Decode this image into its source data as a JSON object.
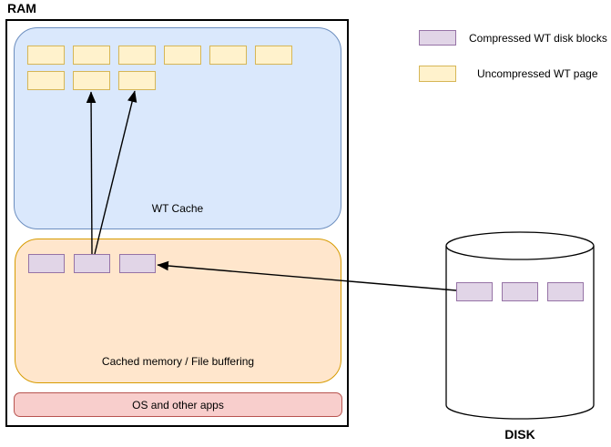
{
  "ram": {
    "label": "RAM",
    "wt_cache": {
      "label": "WT Cache",
      "page_row1_count": 6,
      "page_row2_count": 3
    },
    "cached_memory": {
      "label": "Cached memory / File buffering",
      "block_count": 3
    },
    "os": {
      "label": "OS and other apps"
    }
  },
  "disk": {
    "label": "DISK",
    "block_count": 3
  },
  "legend": {
    "compressed": {
      "label": "Compressed WT disk blocks"
    },
    "uncompressed": {
      "label": "Uncompressed WT page"
    }
  },
  "colors": {
    "wt_cache_fill": "#dae8fc",
    "wt_cache_stroke": "#6c8ebf",
    "cached_memory_fill": "#ffe6cc",
    "cached_memory_stroke": "#d79b00",
    "os_fill": "#f8cecc",
    "os_stroke": "#b85450",
    "page_fill": "#fff2cc",
    "page_stroke": "#d6b656",
    "block_fill": "#e1d5e7",
    "block_stroke": "#9673a6",
    "arrow": "#000000"
  }
}
